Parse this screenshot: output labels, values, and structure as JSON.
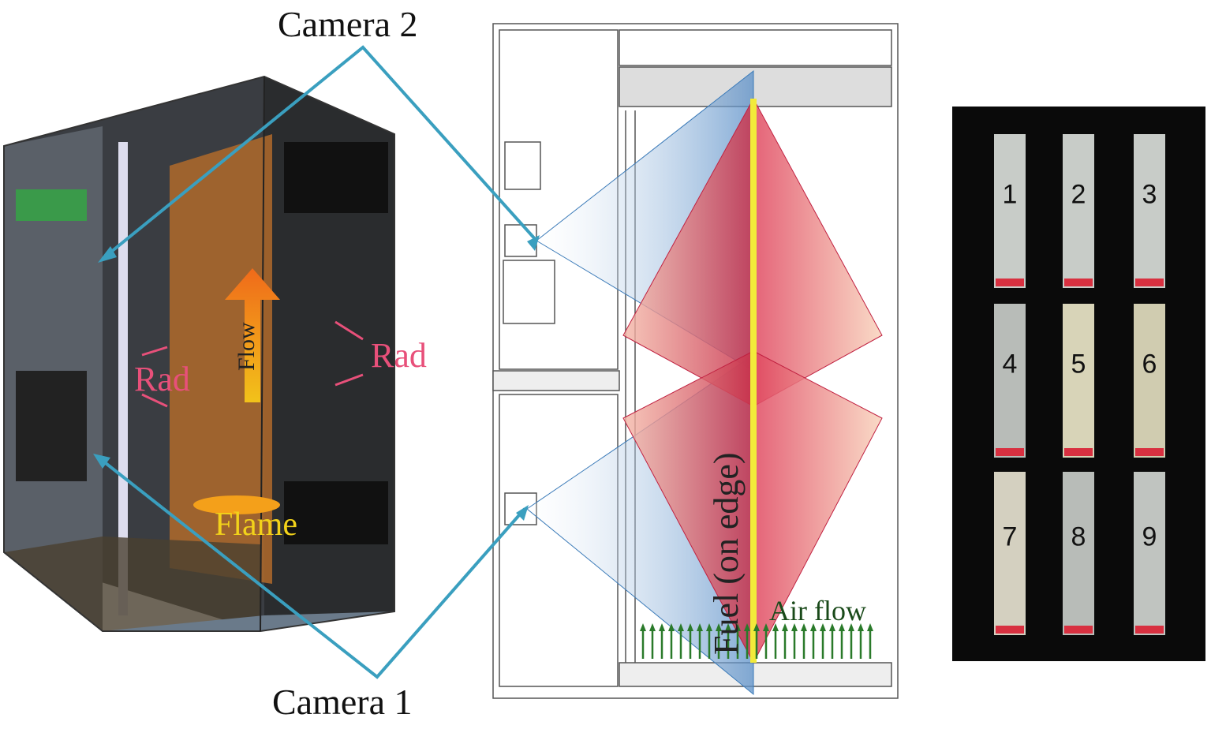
{
  "labels": {
    "camera2": "Camera 2",
    "camera1": "Camera 1",
    "rad_left": "Rad",
    "rad_right": "Rad",
    "flow": "Flow",
    "flame": "Flame",
    "fuel": "Fuel (on edge)",
    "air_flow": "Air flow"
  },
  "samples": [
    "1",
    "2",
    "3",
    "4",
    "5",
    "6",
    "7",
    "8",
    "9"
  ],
  "colors": {
    "camera_line": "#3a9fbf",
    "rad": "#e8507a",
    "flame_text": "#f2d21a",
    "fuel_line": "#f2ea3a",
    "air_arrow": "#2a7a2a",
    "view_red": "#e0405a",
    "view_blue": "#5a8fc8"
  }
}
